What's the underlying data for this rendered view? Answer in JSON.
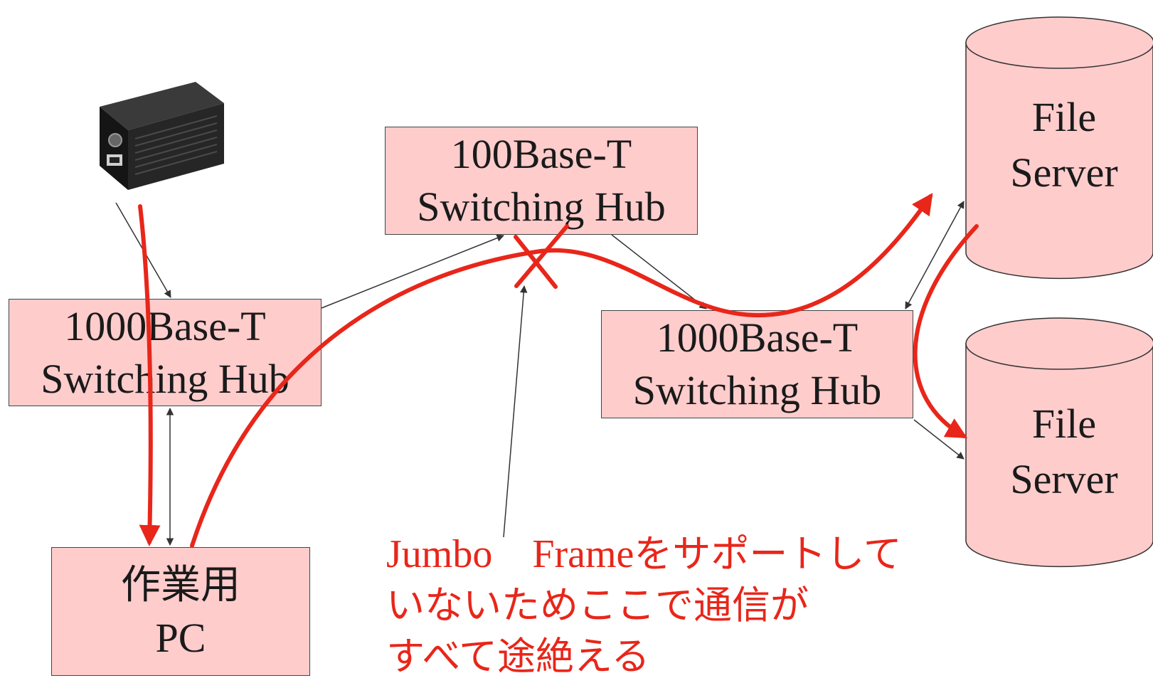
{
  "hubs": {
    "left": {
      "line1": "1000Base-T",
      "line2": "Switching Hub"
    },
    "middle": {
      "line1": "100Base-T",
      "line2": "Switching Hub"
    },
    "right": {
      "line1": "1000Base-T",
      "line2": "Switching Hub"
    }
  },
  "pc": {
    "line1": "作業用",
    "line2": "PC"
  },
  "servers": [
    {
      "line1": "File",
      "line2": "Server"
    },
    {
      "line1": "File",
      "line2": "Server"
    }
  ],
  "note": {
    "line1_latin": "Jumbo　Frame",
    "line1_jp": "をサポートして",
    "line2": "いないためここで通信が",
    "line3": "すべて途絶える"
  },
  "colors": {
    "box_fill": "#ffcccc",
    "flow_red": "#e8261a",
    "connector": "#333333"
  },
  "icons": {
    "camera": "network-camera-icon",
    "blocked": "cross-mark-icon"
  }
}
